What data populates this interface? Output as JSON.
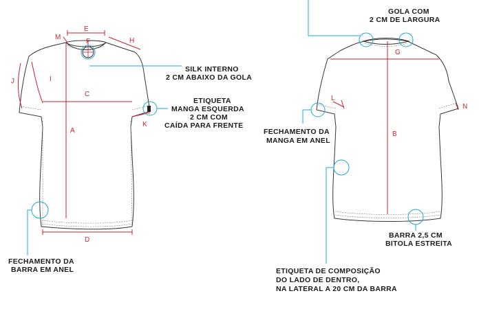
{
  "dimension_letters": {
    "A": "A",
    "B": "B",
    "C": "C",
    "D": "D",
    "E": "E",
    "F": "F",
    "G": "G",
    "H": "H",
    "I": "I",
    "J": "J",
    "K": "K",
    "L": "L",
    "M": "M",
    "N": "N"
  },
  "callouts": {
    "silk": [
      "SILK INTERNO",
      "2 CM ABAIXO DA GOLA"
    ],
    "etiqueta_manga": [
      "ETIQUETA",
      "MANGA ESQUERDA",
      "2 CM COM",
      "CAÍDA PARA FRENTE"
    ],
    "fechamento_barra": [
      "FECHAMENTO DA",
      "BARRA EM ANEL"
    ],
    "gola": [
      "GOLA COM",
      "2 CM DE LARGURA"
    ],
    "fechamento_manga": [
      "FECHAMENTO DA",
      "MANGA EM ANEL"
    ],
    "barra": [
      "BARRA 2,5 CM",
      "BITOLA ESTREITA"
    ],
    "etiqueta_composicao": [
      "ETIQUETA DE COMPOSIÇÃO",
      "DO LADO DE DENTRO,",
      "NA LATERAL A 20 CM DA BARRA"
    ]
  },
  "colors": {
    "measure": "#c8202c",
    "callout": "#1aa7d8",
    "outline": "#333333"
  }
}
